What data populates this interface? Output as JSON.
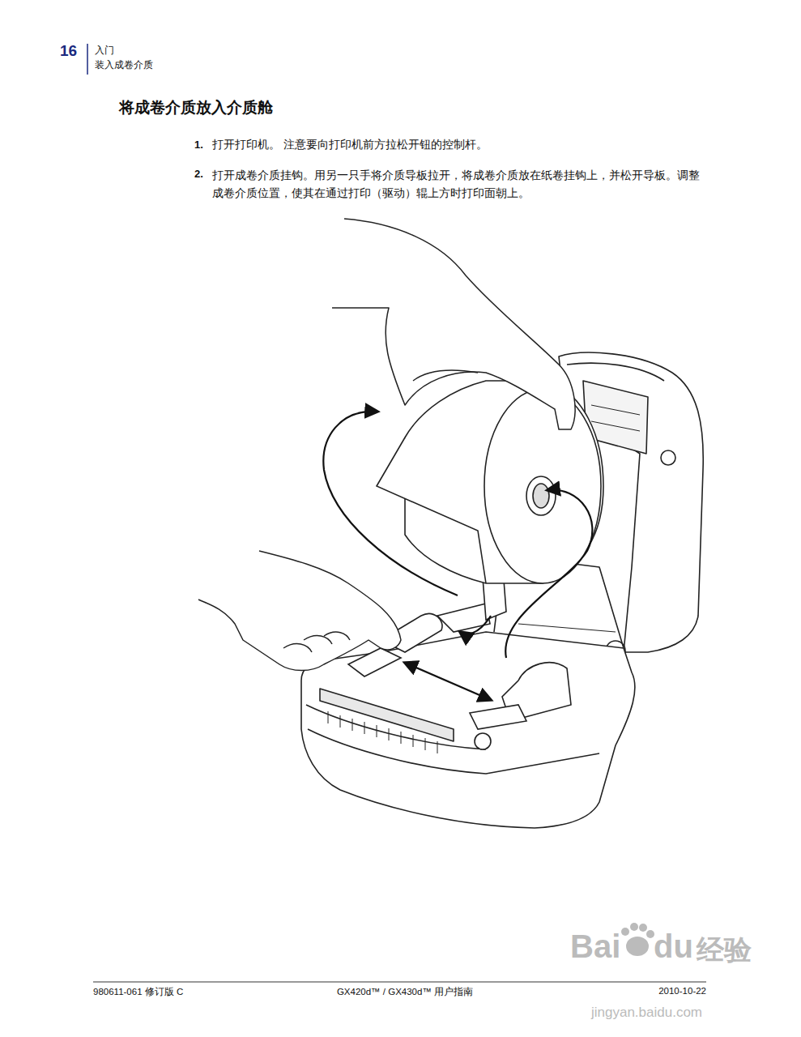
{
  "diagram": {
    "title": "将成卷介质放入介质舱",
    "labels": [
      "16",
      "入门",
      "装入成卷介质",
      "1.",
      "打开打印机。 注意要向打印机前方拉松开钮的控制杆。",
      "2.",
      "打开成卷介质挂钩。用另一只手将介质导板拉开，将成卷介质放在纸卷挂钩上，并松开导板。调整成卷介质位置，使其在通过打印（驱动）辊上方时打印面朝上。",
      "980611-061 修订版 C",
      "GX420d™ / GX430d™ 用户指南",
      "2010-10-22",
      "Bai",
      "du",
      "经验",
      "jingyan.baidu.com"
    ]
  }
}
